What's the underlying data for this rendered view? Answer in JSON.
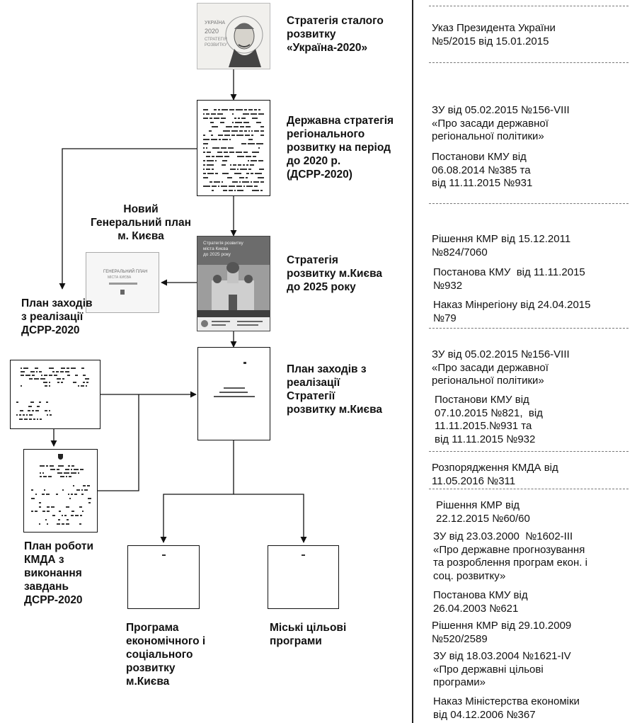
{
  "nodes": {
    "strategy_ukraine": {
      "label": "Стратегія сталого розвитку «Україна-2020»",
      "thumb_text": [
        "УКРАЇНА",
        "2020",
        "СТРАТЕГІЯ",
        "РОЗВИТКУ"
      ]
    },
    "state_strategy": {
      "label": "Державна стратегія регіонального розвитку на період до 2020 р. (ДСРР-2020)"
    },
    "general_plan": {
      "label": "Новий Генеральний план м. Києва",
      "thumb_text": [
        "ГЕНЕРАЛЬНИЙ ПЛАН",
        "МІСТА КИЄВА"
      ]
    },
    "kyiv_strategy": {
      "label": "Стратегія розвитку м.Києва до 2025 року",
      "thumb_text": [
        "Стратегія розвитку",
        "міста Києва",
        "до 2025 року"
      ]
    },
    "dsrr_action_plan": {
      "label": "План заходів з реалізації ДСРР-2020"
    },
    "kyiv_action_plan": {
      "label": "План заходів з реалізації Стратегії розвитку м.Києва"
    },
    "kmda_work_plan": {
      "label": "План роботи КМДА з виконання завдань ДСРР-2020"
    },
    "econ_program": {
      "label": "Програма економічного і соціального розвитку м.Києва"
    },
    "city_programs": {
      "label": "Міські цільові програми"
    }
  },
  "references": [
    {
      "text": "Указ Президента України\n№5/2015 від 15.01.2015"
    },
    {
      "text": "ЗУ від 05.02.2015 №156-VIII\n«Про засади державної\nрегіональної політики»"
    },
    {
      "text": "Постанови КМУ від\n06.08.2014 №385 та\nвід 11.11.2015 №931"
    },
    {
      "text": "Рішення КМР від 15.12.2011\n№824/7060"
    },
    {
      "text": "Постанова КМУ  від 11.11.2015\n№932"
    },
    {
      "text": "Наказ Мінрегіону від 24.04.2015\n№79"
    },
    {
      "text": "ЗУ від 05.02.2015 №156-VIII\n«Про засади державної\nрегіональної політики»"
    },
    {
      "text": "Постанови КМУ від\n07.10.2015 №821,  від\n11.11.2015.№931 та\nвід 11.11.2015 №932"
    },
    {
      "text": "Розпорядження КМДА від\n11.05.2016 №311"
    },
    {
      "text": "Рішення КМР від\n22.12.2015 №60/60"
    },
    {
      "text": "ЗУ від 23.03.2000  №1602-III\n«Про державне прогнозування\nта розроблення програм екон. і\nсоц. розвитку»"
    },
    {
      "text": "Постанова КМУ від\n26.04.2003 №621"
    },
    {
      "text": "Рішення КМР від 29.10.2009\n№520/2589"
    },
    {
      "text": "ЗУ від 18.03.2004 №1621-IV\n«Про державні цільові\nпрограми»"
    },
    {
      "text": "Наказ Міністерства економіки\nвід 04.12.2006 №367"
    }
  ],
  "colors": {
    "line": "#111111",
    "separator": "#222222",
    "dotted": "#777777"
  }
}
